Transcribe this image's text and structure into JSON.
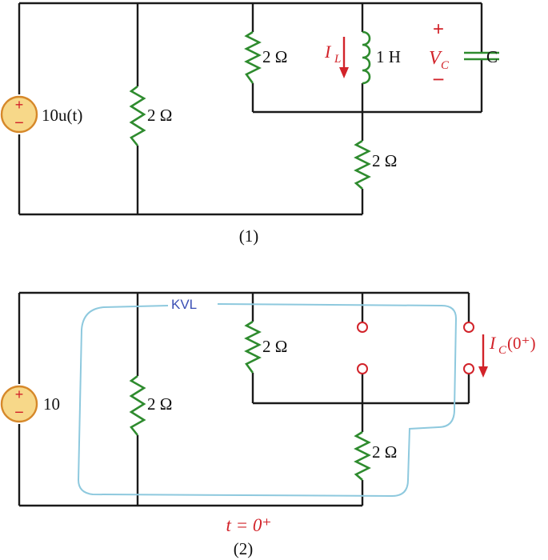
{
  "circuit1": {
    "source_label": "10u(t)",
    "left_resistor": "2 Ω",
    "top_resistor": "2 Ω",
    "inductor": "1 H",
    "capacitor": "C",
    "bottom_resistor": "2 Ω",
    "inductor_current": {
      "symbol": "I",
      "subscript": "L"
    },
    "capacitor_voltage": {
      "symbol": "V",
      "subscript": "C",
      "plus": "+",
      "minus": "−"
    },
    "caption": "(1)"
  },
  "circuit2": {
    "source_label": "10",
    "left_resistor": "2 Ω",
    "top_resistor": "2 Ω",
    "bottom_resistor": "2 Ω",
    "loop_label": "KVL",
    "capacitor_current": {
      "symbol": "I",
      "subscript": "C",
      "argument": "(0⁺)"
    },
    "time_label": "t = 0⁺",
    "caption": "(2)"
  },
  "source_signs": {
    "plus": "+",
    "minus": "−"
  },
  "colors": {
    "wire": "#1a1a1a",
    "component": "#2e8b2e",
    "annotation": "#d2232a",
    "kvl_loop": "#8ec9de",
    "kvl_label": "#3a4fb5",
    "source_fill": "#f7d889",
    "source_stroke": "#d6882a"
  }
}
